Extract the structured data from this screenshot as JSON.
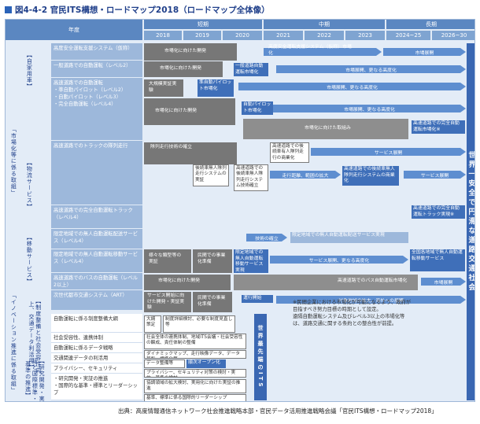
{
  "title": "図4-4-2 官民ITS構想・ロードマップ2018（ロードマップ全体像）",
  "headers": {
    "year": "年度",
    "short": "短期",
    "mid": "中期",
    "long": "長期",
    "years": [
      "2018",
      "2019",
      "2020",
      "2021",
      "2022",
      "2023",
      "2024~25",
      "2026~30"
    ]
  },
  "side": {
    "commercial": "「市場化等に係る取組」",
    "innovation": "「イノベーション推進に係る取組」",
    "private": "【自家用車】",
    "logistics": "【物流サービス】",
    "mobility": "【移動サービス】",
    "institution": "【制度整備と社会受容性向上、交通データ利活用】",
    "rnd": "【研究開発・実証と国際標準・基準の推進】"
  },
  "rows": [
    "高度安全運転支援システム（仮称）",
    "一般道路での自動運転（レベル2）",
    "高速道路での自動運転\n・準自動パイロット（レベル2）\n・自動パイロット（レベル3）\n・完全自動運転（レベル4）",
    "高速道路でのトラックの隊列走行",
    "高速道路での完全自動運転トラック（レベル4）",
    "限定地域での無人自動運転配送サービス（レベル4）",
    "限定地域での無人自動運転移動サービス（レベル4）",
    "高速道路でのバスの自動運転（レベル2以上）",
    "次世代都市交通システム（ART）",
    "自動運転に係る制度整備大綱",
    "社会受容性、連携体制",
    "自動運転に係るデータ戦略",
    "交通関連データの利活用",
    "プライバシー、セキュリティ",
    "・研究開発・実証の推進\n・国際的な基準・標準とリーダーシップ"
  ],
  "bars": {
    "r1_dev": "市場化に向けた開発",
    "r1_market": "高度安全運転支援システム（仮称）市場化",
    "r1_expand": "市場展開",
    "r2_dev": "市場化に向けた開発",
    "r2_market": "一般道路自動運転市場化",
    "r2_expand": "市場展開、更なる高度化",
    "r3_proof": "大規模実証実験",
    "r3_semi": "準自動パイロット市場化",
    "r3_a": "市場展開、更なる高度化",
    "r3_b": "市場展開、更なる高度化",
    "r3_dev": "市場化に向けた開発",
    "r3_auto": "自動パイロット市場化",
    "r3_c": "市場化に向けた取組み",
    "r3_full": "高速道路での完全自動運転市場化※",
    "r4_tech": "隊列走行技術の確立",
    "r4_follow": "後続車無人隊列走行システムの実証",
    "r4_manned": "高速道路での後続車有人隊列走行の商業化",
    "r4_unmanned_tech": "高速道路での後続車無人隊列走行システム技術確立",
    "r4_service": "サービス展開",
    "r4_expand": "走行距離、範囲の拡大",
    "r4_commercial": "高速道路での後続車無人隊列走行システムの商業化",
    "r4_service2": "サービス展開",
    "r5_full": "高速道路での完全自動運転トラック実現※",
    "r6_tech": "技術の確立",
    "r6_service": "限定地域での無人自動運転配送サービス実現",
    "r7_trial": "様々な類型等の実証",
    "r7_biz": "民間での事業化準備",
    "r7_unmanned": "限定地域での無人自動運転移動サービス実現",
    "r7_service": "サービス展開、更なる高度化",
    "r7_nation": "全国各地域で無人自動運転移動サービス",
    "r8_dev": "市場化に向けた開発",
    "r8_market": "高速道路でのバス自動運転市場化",
    "r8_expand": "市場展開",
    "r9_service": "サービス開始に向けた開発・実証実験",
    "r9_biz": "民間での事業化準備",
    "r9_start": "運行開始",
    "r9_expand": "対象地域の拡大、海外への展開",
    "r10_outline": "大綱策定",
    "r10_review": "制度詳細検討、必要な制度見直し等",
    "r11": "社会全体の連携体制、地域ITS会議・社会受容性の醸成、責任体制の整備",
    "r12": "ダイナミックマップ、走行映像データ、データ基盤・標準化等",
    "r13_maint": "データ整備等",
    "r13_open": "順次オープン化",
    "r14": "プライバシー、セキュリティ対策の検討・実施、基準の検討",
    "r15_a": "協調領域の拡大検討、実用化に向けた実証の推進",
    "r15_b": "基準、標準に係る国際的リーダーシップ"
  },
  "right_bar": "世界一安全で円滑な道路交通社会",
  "mid_bar": "世界最先端のITS",
  "note": "※民間企業における市場化が可能になるよう、政府が目指すべき努力目標の時期として設定。\n 遠隔自動運転システム及びレベル3以上の市場化等は、道路交通に関する条約との整合性が前提。",
  "source": "出典：高度情報通信ネットワーク社会推進戦略本部・官民データ活用推進戦略会議「官民ITS構想・ロードマップ2018」",
  "colors": {
    "frame": "#e3ecf7",
    "header": "#5b87c1",
    "arrow": "#5e8ed0",
    "dark": "#3a67b2",
    "gray": "#777777"
  }
}
